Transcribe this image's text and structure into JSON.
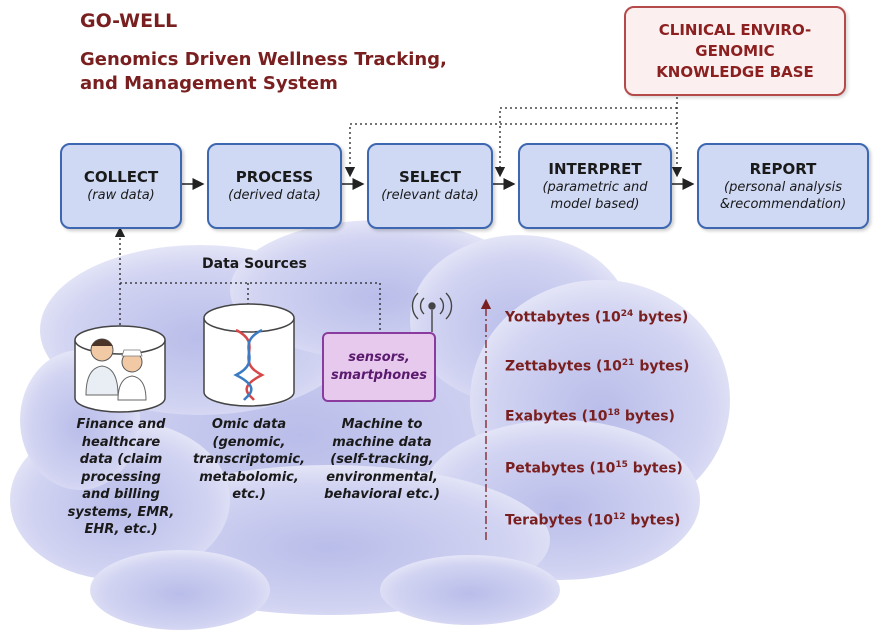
{
  "header": {
    "title": "GO-WELL",
    "subtitle_line1": "Genomics Driven Wellness Tracking,",
    "subtitle_line2": "and Management System"
  },
  "knowledge_base": {
    "line1": "CLINICAL ENVIRO-",
    "line2": "GENOMIC",
    "line3": "KNOWLEDGE BASE"
  },
  "pipeline": [
    {
      "title": "COLLECT",
      "sub1": "(raw data)",
      "sub2": ""
    },
    {
      "title": "PROCESS",
      "sub1": "(derived data)",
      "sub2": ""
    },
    {
      "title": "SELECT",
      "sub1": "(relevant data)",
      "sub2": ""
    },
    {
      "title": "INTERPRET",
      "sub1": "(parametric and",
      "sub2": "model based)"
    },
    {
      "title": "REPORT",
      "sub1": "(personal analysis",
      "sub2": "&recommendation)"
    }
  ],
  "data_sources": {
    "label": "Data Sources",
    "finance": [
      "Finance and",
      "healthcare",
      "data (claim",
      "processing",
      "and billing",
      "systems, EMR,",
      "EHR, etc.)"
    ],
    "omic": [
      "Omic data",
      "(genomic,",
      "transcriptomic,",
      "metabolomic,",
      "etc.)"
    ],
    "machine": [
      "Machine to",
      "machine data",
      "(self-tracking,",
      "environmental,",
      "behavioral etc.)"
    ],
    "sensor_line1": "sensors,",
    "sensor_line2": "smartphones"
  },
  "scale": [
    {
      "name": "Yottabytes",
      "exp": "24"
    },
    {
      "name": "Zettabytes",
      "exp": "21"
    },
    {
      "name": "Exabytes",
      "exp": "18"
    },
    {
      "name": "Petabytes ",
      "exp": "15"
    },
    {
      "name": "Terabytes",
      "exp": "12"
    }
  ],
  "scale_prefix": "(10",
  "scale_suffix": " bytes)",
  "colors": {
    "title": "#7a1f1f",
    "step_fill": "#cfd9f4",
    "step_border": "#3d67b0",
    "kb_border": "#b44a4a",
    "sensor_fill": "#e7c9ee",
    "cloud": "#c9c9ee"
  }
}
